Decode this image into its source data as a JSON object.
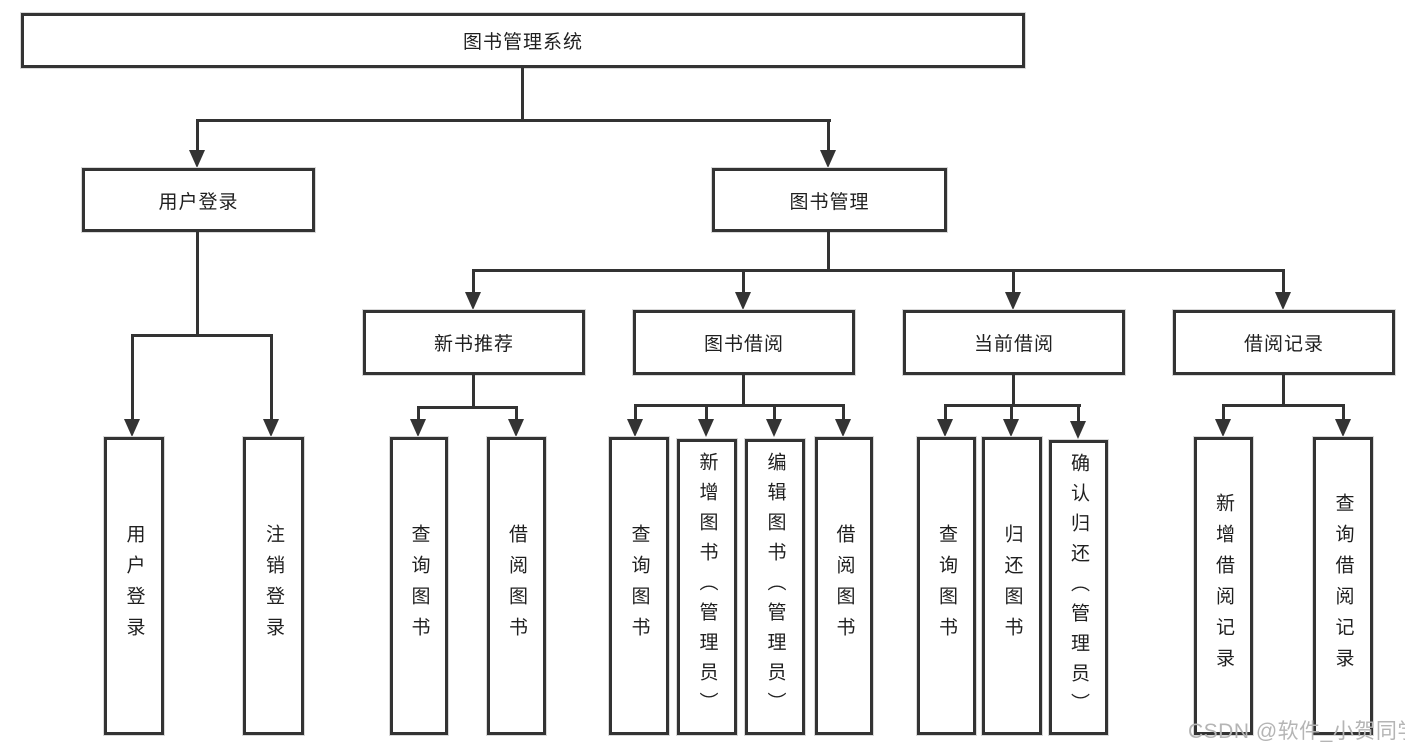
{
  "diagram": {
    "root": "图书管理系统",
    "level2": {
      "user_login": "用户登录",
      "book_mgmt": "图书管理"
    },
    "level3": {
      "new_books": "新书推荐",
      "borrowing": "图书借阅",
      "current": "当前借阅",
      "records": "借阅记录"
    },
    "leaves": {
      "user_login_1": "用户登录",
      "user_login_2": "注销登录",
      "new_books_1": "查询图书",
      "new_books_2": "借阅图书",
      "borrowing_1": "查询图书",
      "borrowing_2": "新增图书（管理员）",
      "borrowing_3": "编辑图书（管理员）",
      "borrowing_4": "借阅图书",
      "current_1": "查询图书",
      "current_2": "归还图书",
      "current_3": "确认归还（管理员）",
      "records_1": "新增借阅记录",
      "records_2": "查询借阅记录"
    },
    "watermark": "CSDN @软件_小贺同学",
    "colors": {
      "line": "#333333",
      "text": "#1f1f1f",
      "watermark": "#b5b5b5",
      "background": "#ffffff"
    }
  }
}
